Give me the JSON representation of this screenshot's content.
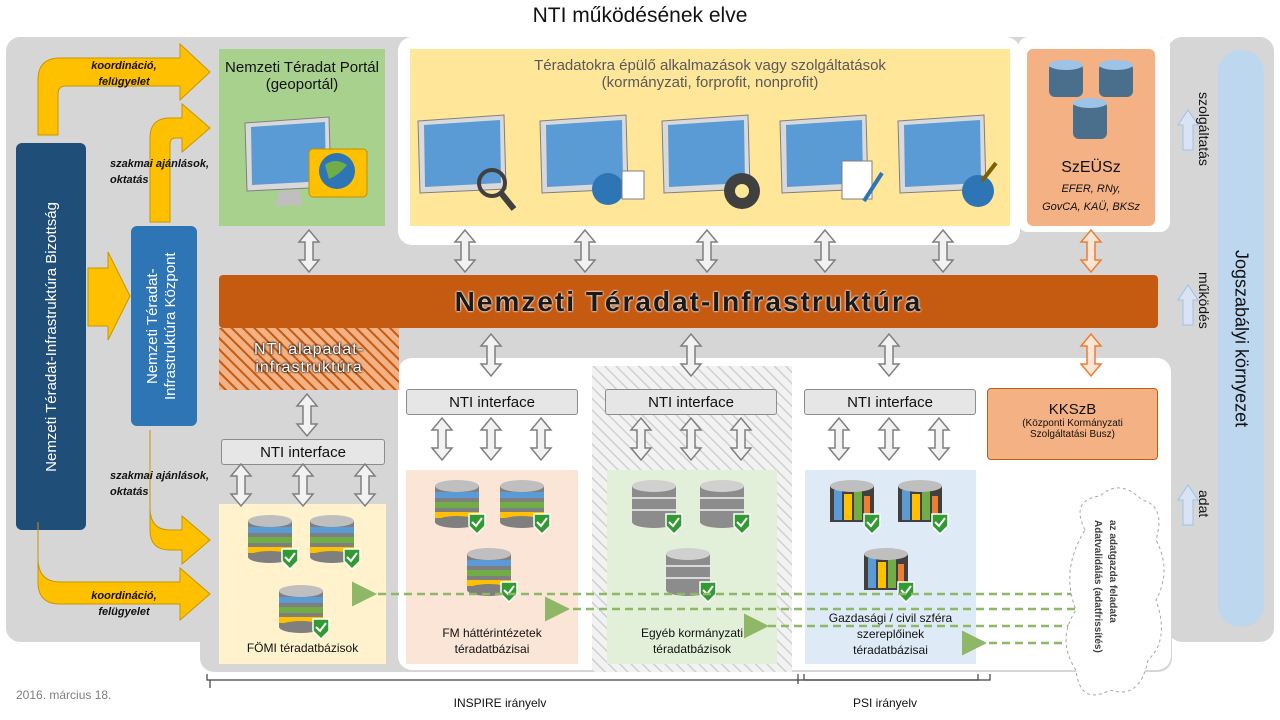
{
  "title": "NTI működésének elve",
  "date": "2016. március 18.",
  "colors": {
    "nti_bar": "#c55a11",
    "committee": "#1f4e79",
    "center": "#2e75b6",
    "arrow_yellow": "#ffc000",
    "orange_box": "#f4b183"
  },
  "left": {
    "committee_label": "Nemzeti Téradat-Infrastruktúra Bizottság",
    "center_label": "Nemzeti Téradat-Infrastruktúra Központ",
    "coord_top": "koordináció, felügyelet",
    "prof_top": "szakmai ajánlások, oktatás",
    "prof_bottom": "szakmai ajánlások, oktatás",
    "coord_bottom": "koordináció, felügyelet"
  },
  "portal": {
    "line1": "Nemzeti Téradat Portál",
    "line2": "(geoportál)",
    "icon": "monitor-folder-globe"
  },
  "apps": {
    "line1": "Téradatokra épülő alkalmazások vagy szolgáltatások",
    "line2": "(kormányzati, forprofit,  nonprofit)",
    "icons": [
      "monitor-magnifier",
      "monitor-globe-checklist",
      "monitor-gear",
      "monitor-document-pen",
      "monitor-globe-wrench"
    ]
  },
  "szeusz": {
    "title": "SzEÜSz",
    "line1": "EFER, RNy,",
    "line2": "GovCA, KAÜ, BKSz"
  },
  "nti_bar": "Nemzeti Téradat-Infrastruktúra",
  "alapadat": {
    "line1": "NTI alapadat-",
    "line2": "infrastruktúra"
  },
  "kkszb": {
    "title": "KKSzB",
    "line1": "(Központi Kormányzati",
    "line2": "Szolgáltatási  Busz)"
  },
  "interfaces": [
    "NTI interface",
    "NTI interface",
    "NTI interface",
    "NTI interface"
  ],
  "databases": {
    "fomi": "FÖMI téradatbázisok",
    "fm_line1": "FM háttérintézetek",
    "fm_line2": "téradatbázisai",
    "egyeb_line1": "Egyéb kormányzati",
    "egyeb_line2": "téradatbázisok",
    "gazd_line1": "Gazdasági / civil szféra",
    "gazd_line2": "szereplőinek",
    "gazd_line3": "téradatbázisai"
  },
  "cloud": {
    "line1": "Adatvalidálás (adatfrissítés)",
    "line2": "az adatgazda feladata"
  },
  "right": {
    "legal": "Jogszabályi környezet",
    "service": "szolgáltatás",
    "operation": "működés",
    "data": "adat"
  },
  "braces": {
    "inspire": "INSPIRE irányelv",
    "psi": "PSI irányelv"
  }
}
